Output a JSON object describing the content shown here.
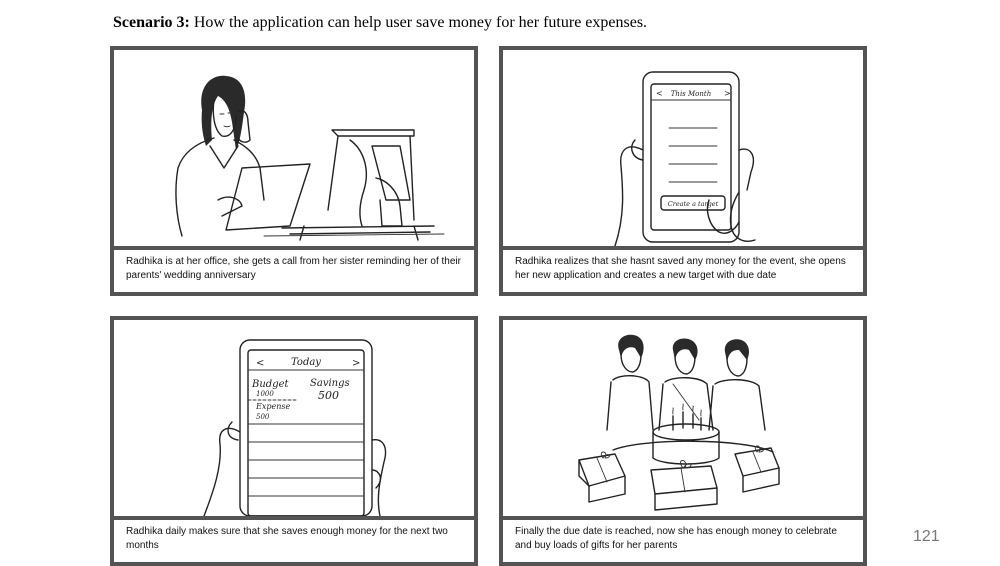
{
  "heading": {
    "bold": "Scenario 3:",
    "text": " How the application can help user save money for her future expenses."
  },
  "panels": [
    {
      "caption": "Radhika is at her office, she gets a call from her sister reminding her of their parents' wedding anniversary"
    },
    {
      "caption": "Radhika realizes that she hasnt saved any money for the event, she opens her new application and creates a new target with due date",
      "sketch_text": {
        "header": "This Month",
        "button": "Create a target"
      }
    },
    {
      "caption": "Radhika daily makes sure that she saves enough money for the next two months",
      "sketch_text": {
        "header": "Today",
        "budget_label": "Budget",
        "budget_value": "1000",
        "savings_label": "Savings",
        "savings_value": "500",
        "expense_label": "Expense",
        "expense_value": "500"
      }
    },
    {
      "caption": "Finally the due date is reached, now she has enough money to celebrate and buy loads of gifts for her parents"
    }
  ],
  "page_number": "121"
}
